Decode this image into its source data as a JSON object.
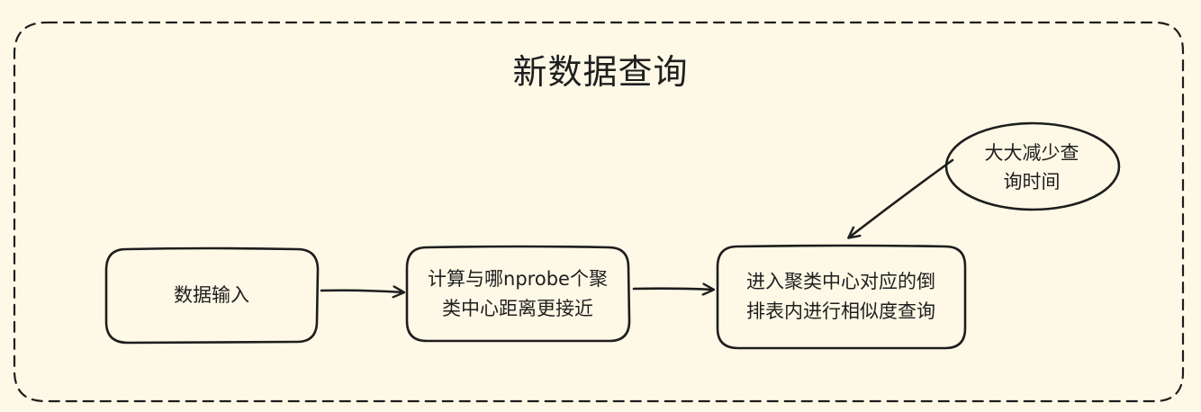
{
  "title": "新数据查询",
  "nodes": {
    "input": {
      "label": "数据输入"
    },
    "compute": {
      "label": "计算与哪nprobe个聚\n类中心距离更接近"
    },
    "invlist": {
      "label": "进入聚类中心对应的倒\n排表内进行相似度查询"
    }
  },
  "annotation": {
    "label": "大大减少查\n询时间"
  },
  "colors": {
    "background": "#fdf9e6",
    "stroke": "#1e1e1e"
  }
}
